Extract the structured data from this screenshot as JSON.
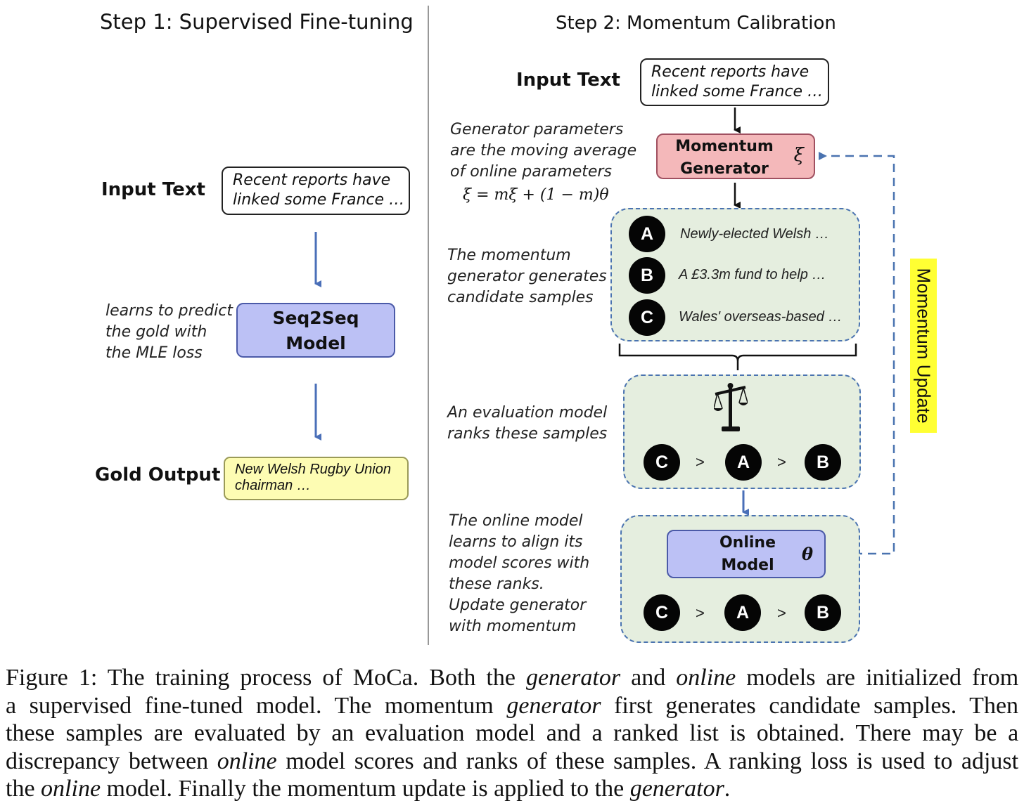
{
  "step1": {
    "title": "Step 1:  Supervised Fine-tuning",
    "input_label": "Input Text",
    "input_text": [
      "Recent reports have",
      "linked some France …"
    ],
    "learn_note": [
      "learns to predict",
      "the gold with",
      "the MLE loss"
    ],
    "model": [
      "Seq2Seq",
      "Model"
    ],
    "gold_label": "Gold Output",
    "gold_text": [
      "New Welsh Rugby Union",
      "chairman …"
    ]
  },
  "step2": {
    "title": "Step 2:  Momentum Calibration",
    "input_label": "Input Text",
    "input_text": [
      "Recent reports have",
      "linked some France …"
    ],
    "gen_note": [
      "Generator parameters",
      "are the moving average",
      "of online parameters"
    ],
    "formula": "ξ = mξ + (1 − m)θ",
    "generator": [
      "Momentum",
      "Generator"
    ],
    "generator_symbol": "ξ",
    "samples_note": [
      "The momentum",
      "generator generates",
      "candidate samples"
    ],
    "samples": [
      {
        "id": "A",
        "text": "Newly-elected  Welsh  …"
      },
      {
        "id": "B",
        "text": "A £3.3m  fund  to  help   …"
      },
      {
        "id": "C",
        "text": "Wales' overseas-based   …"
      }
    ],
    "eval_note": [
      "An evaluation model",
      "ranks these samples"
    ],
    "eval_icon": "balance-scale-icon",
    "ranking": [
      "C",
      ">",
      "A",
      ">",
      "B"
    ],
    "online_note": [
      "The online model",
      "learns to align its",
      "model scores with",
      "these ranks.",
      "Update generator",
      "with momentum"
    ],
    "online_model": [
      "Online",
      "Model"
    ],
    "online_symbol": "θ",
    "online_ranking": [
      "C",
      ">",
      "A",
      ">",
      "B"
    ],
    "momentum_update": "Momentum Update"
  },
  "caption": {
    "lines": [
      "Figure 1: The training process of MoCa. Both the generator and online models are initialized from",
      "a supervised fine-tuned model. The momentum generator first generates candidate samples. Then",
      "these samples are evaluated by an evaluation model and a ranked list is obtained. There may be a",
      "discrepancy between online model scores and ranks of these samples. A ranking loss is used to adjust",
      "the online model. Finally the momentum update is applied to the generator."
    ]
  },
  "colors": {
    "model_fill": "#bcc1f5",
    "generator_fill": "#f4b8ba",
    "gold_fill": "#fdfcb3",
    "panel_fill": "#e5eedf",
    "arrow_blue": "#4a6fb8",
    "highlight_yellow": "#ffff33"
  }
}
